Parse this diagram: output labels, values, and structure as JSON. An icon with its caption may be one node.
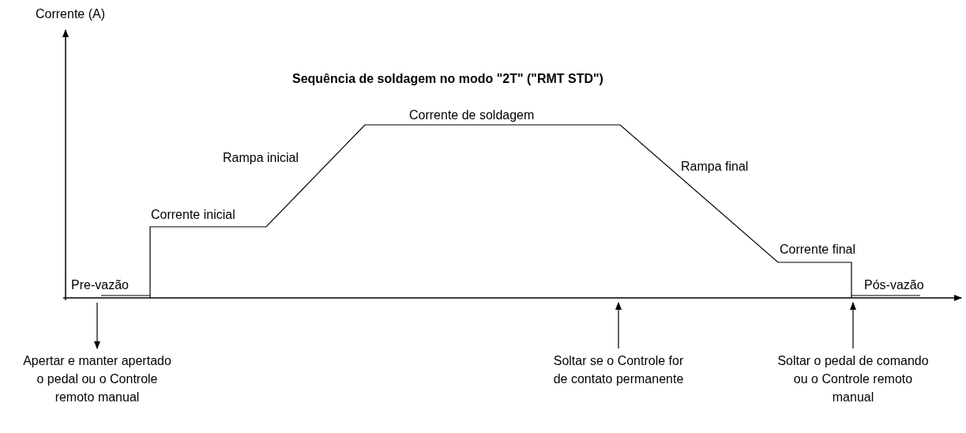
{
  "diagram": {
    "title": "Sequência de soldagem no modo \"2T\" (\"RMT STD\")",
    "nodes": [
      {
        "text": [
          "Apertar e manter apertado o pedal ou o Controle remoto manual"
        ]
      },
      {
        "text": [
          "Soltar se o Controle for de contato permanente"
        ]
      },
      {
        "text": [
          "Soltar o pedal de comando ou o Controle remoto manual"
        ]
      }
    ],
    "edges": [
      {
        "from": null,
        "to": 0,
        "arrow": "to"
      },
      {
        "from": 1,
        "to": null,
        "arrow": "to"
      },
      {
        "from": 2,
        "to": null,
        "arrow": "to"
      }
    ],
    "labels": [
      "Corrente (A)",
      "Corrente de soldagem",
      "Rampa inicial",
      "Rampa final",
      "Corrente inicial",
      "Corrente final",
      "Pre-vazão",
      "Pós-vazão"
    ]
  }
}
